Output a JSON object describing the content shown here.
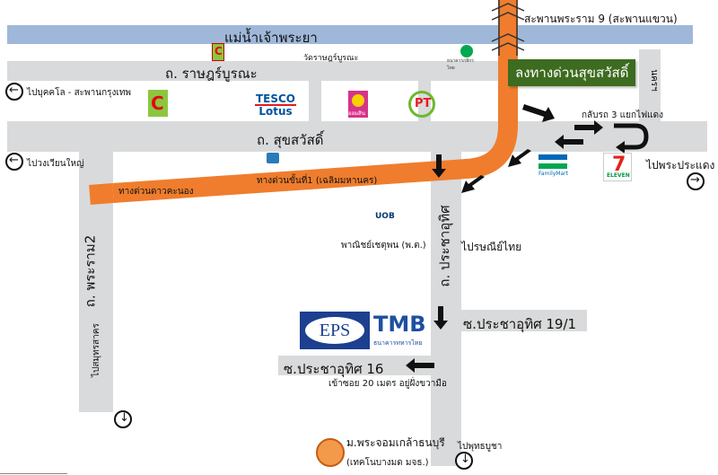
{
  "river_label": "แม่น้ำเจ้าพระยา",
  "bridge_label": "สะพานพระราม 9 (สะพานแขวน)",
  "roads": {
    "ratburana": "ถ. ราษฎร์บูรณะ",
    "suksawat": "ถ. สุขสวัสดิ์",
    "rama2": "ถ. พระราม2",
    "pracha_uthit": "ถ. ประชาอุทิศ",
    "expressway_lower": "ทางด่วนขั้นที่1 (เฉลิมมหานคร)",
    "expressway_dao_khanong": "ทางด่วนดาวคะนอง",
    "soi_19_1": "ซ.ประชาอุทิศ 19/1",
    "soi_16": "ซ.ประชาอุทิศ 16",
    "soi_16_note": "เข้าซอย 20 เมตร อยู่ฝั่งขวามือ"
  },
  "exit_sign": "ลงทางด่วนสุขสวัสดิ์",
  "uturn_label": "กลับรถ 3 แยกไฟแดง",
  "vertical_road_top": "นครฯ",
  "directions": {
    "left_top": "ไปบุคคโล - สะพานกรุงเทพ",
    "left_mid": "ไปวงเวียนใหญ่",
    "right": "ไปพระประแดง",
    "bottom_left": "ไปสมุทรสาคร",
    "bottom_right": "ไปพุทธบูชา"
  },
  "places": {
    "wat_ratburana": "วัดราษฎร์บูรณะ",
    "pharmacy": "พาณิชย์เชตุพน (พ.ต.)",
    "post_office": "ไปรษณีย์ไทย",
    "university": "ม.พระจอมเกล้าธนบุรี",
    "university_sub": "(เทคโนบางมด มจธ.)",
    "kasikorn_sub": "ธนาคารกสิกรไทย"
  },
  "logos": {
    "big_c": "C",
    "tesco_line1": "TESCO",
    "tesco_line2": "Lotus",
    "gold_shop": "ออมสิน",
    "pt": "PT",
    "familymart": "FamilyMart",
    "seven_eleven": "7",
    "seven_sub": "ELEVEN",
    "uob": "UOB",
    "eps": "EPS",
    "tmb": "TMB",
    "tmb_sub": "ธนาคารทหารไทย"
  },
  "colors": {
    "expressway": "#ef7d2d",
    "road": "#d9dadb",
    "river": "#9fb8d9",
    "exit_sign": "#3d6b1f",
    "tmb_blue": "#1e4fa0",
    "seven_red": "#e2231a",
    "seven_green": "#009a44",
    "familymart_green": "#00a650",
    "familymart_blue": "#0068b7"
  },
  "icons": {
    "left_arrow": "left-circle-arrow-icon",
    "right_arrow": "right-circle-arrow-icon",
    "down_arrow": "down-circle-arrow-icon",
    "uturn": "u-turn-arrow-icon"
  }
}
